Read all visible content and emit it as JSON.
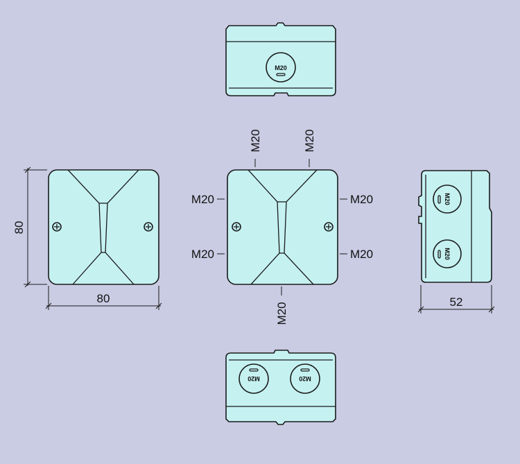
{
  "dimensions": {
    "width": "80",
    "height": "80",
    "depth": "52"
  },
  "entry_label": "M20",
  "colors": {
    "background": "#c9cce3",
    "box_fill": "#c5f1f1",
    "outline": "#1a1a1a"
  }
}
